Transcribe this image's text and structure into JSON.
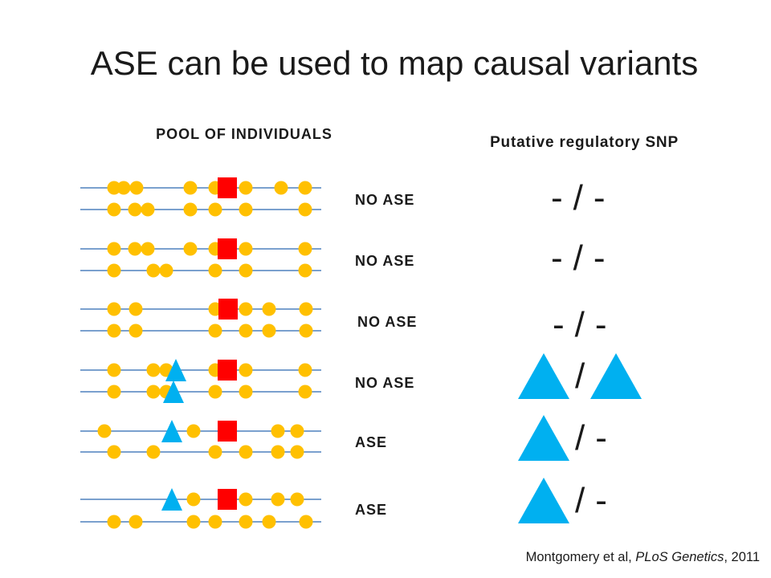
{
  "title": "ASE can be used to map causal variants",
  "pool_heading": "POOL OF INDIVIDUALS",
  "snp_heading": "Putative regulatory SNP",
  "colors": {
    "background": "#ffffff",
    "text": "#1a1a1a",
    "chromosome_line": "#4f81bd",
    "circle_marker": "#ffc000",
    "square_marker": "#ff0000",
    "triangle_marker": "#00b0f0"
  },
  "icons": {
    "circle_marker": "yellow-circle-icon",
    "square_marker": "red-square-icon",
    "triangle_marker": "blue-triangle-icon"
  },
  "individuals": [
    {
      "ase_status": "NO ASE",
      "genotype": {
        "allele_1": {
          "text": "-"
        },
        "separator": "/",
        "allele_2": {
          "text": "-"
        }
      }
    },
    {
      "ase_status": "NO ASE",
      "genotype": {
        "allele_1": {
          "text": "-"
        },
        "separator": "/",
        "allele_2": {
          "text": "-"
        }
      }
    },
    {
      "ase_status": "NO ASE",
      "genotype": {
        "allele_1": {
          "text": "-"
        },
        "separator": "/",
        "allele_2": {
          "text": "-"
        }
      }
    },
    {
      "ase_status": "NO ASE",
      "genotype": {
        "allele_1": {
          "icon": "blue-triangle-icon"
        },
        "separator": "/",
        "allele_2": {
          "icon": "blue-triangle-icon"
        }
      }
    },
    {
      "ase_status": "ASE",
      "genotype": {
        "allele_1": {
          "icon": "blue-triangle-icon"
        },
        "separator": "/",
        "allele_2": {
          "text": "-"
        }
      }
    },
    {
      "ase_status": "ASE",
      "genotype": {
        "allele_1": {
          "icon": "blue-triangle-icon"
        },
        "separator": "/",
        "allele_2": {
          "text": "-"
        }
      }
    }
  ],
  "citation": {
    "authors": "Montgomery et al, ",
    "journal": "PLoS Genetics",
    "year": ", 2011"
  }
}
